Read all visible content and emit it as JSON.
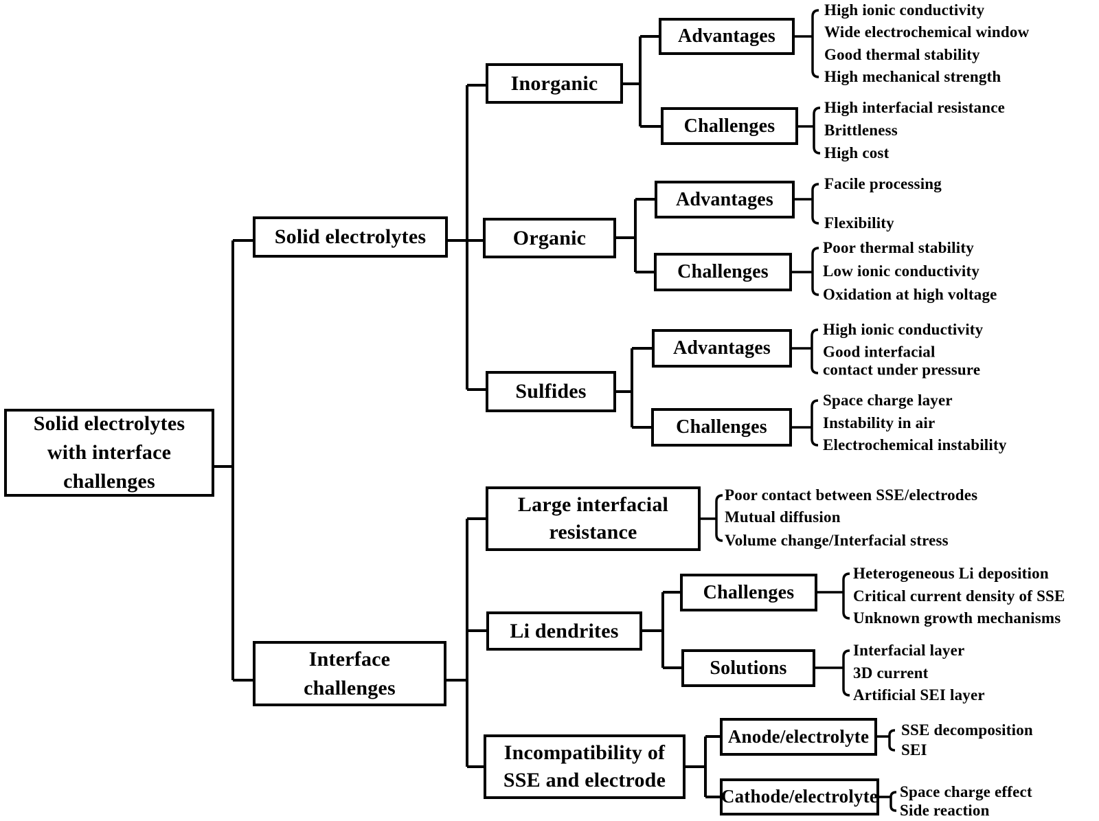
{
  "root": {
    "label": "Solid electrolytes\nwith interface\nchallenges"
  },
  "solid": {
    "label": "Solid electrolytes",
    "inorganic": {
      "label": "Inorganic",
      "advantages_label": "Advantages",
      "advantages": [
        "High ionic conductivity",
        "Wide electrochemical window",
        "Good thermal stability",
        "High mechanical strength"
      ],
      "challenges_label": "Challenges",
      "challenges": [
        "High interfacial resistance",
        "Brittleness",
        "High cost"
      ]
    },
    "organic": {
      "label": "Organic",
      "advantages_label": "Advantages",
      "advantages": [
        "Facile processing",
        "Flexibility"
      ],
      "challenges_label": "Challenges",
      "challenges": [
        "Poor thermal stability",
        "Low ionic conductivity",
        "Oxidation at high voltage"
      ]
    },
    "sulfides": {
      "label": "Sulfides",
      "advantages_label": "Advantages",
      "advantages": [
        "High ionic conductivity",
        "Good interfacial\ncontact under pressure"
      ],
      "challenges_label": "Challenges",
      "challenges": [
        "Space charge layer",
        "Instability in air",
        "Electrochemical instability"
      ]
    }
  },
  "interface": {
    "label": "Interface\nchallenges",
    "large_interfacial": {
      "label": "Large interfacial\nresistance",
      "items": [
        "Poor contact between SSE/electrodes",
        "Mutual diffusion",
        "Volume change/Interfacial stress"
      ]
    },
    "li_dendrites": {
      "label": "Li dendrites",
      "challenges_label": "Challenges",
      "challenges": [
        "Heterogeneous Li deposition",
        "Critical current density of SSE",
        "Unknown growth mechanisms"
      ],
      "solutions_label": "Solutions",
      "solutions": [
        "Interfacial layer",
        "3D current",
        "Artificial SEI layer"
      ]
    },
    "incompatibility": {
      "label": "Incompatibility of\nSSE and electrode",
      "anode_label": "Anode/electrolyte",
      "anode": [
        "SSE decomposition",
        "SEI"
      ],
      "cathode_label": "Cathode/electrolyte",
      "cathode": [
        "Space charge effect",
        "Side reaction"
      ]
    }
  }
}
